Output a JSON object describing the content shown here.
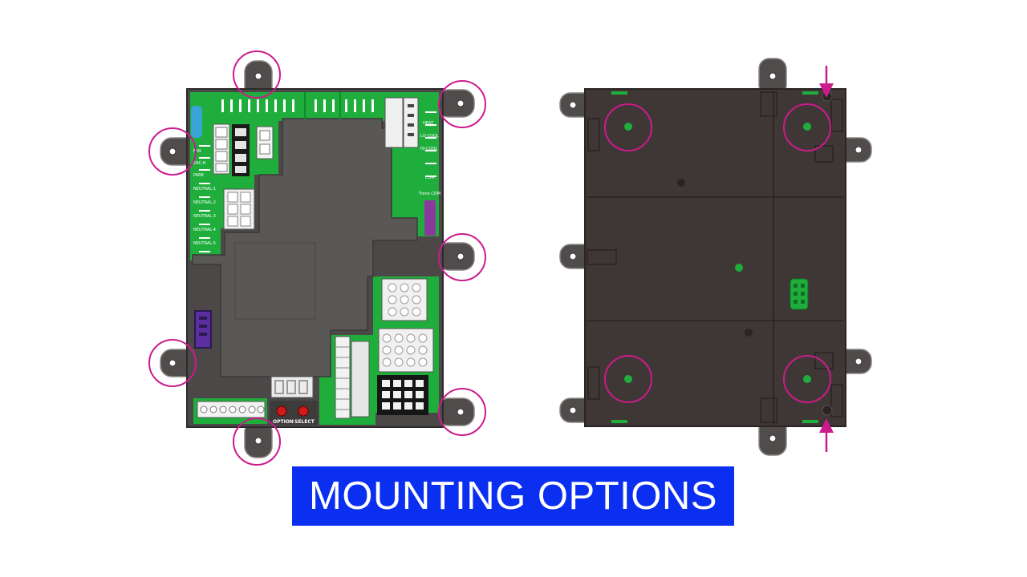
{
  "title": "MOUNTING OPTIONS",
  "board": {
    "button_labels": [
      "OPTION",
      "SELECT"
    ],
    "terminal_labels_left": [
      "FAN",
      "EAC-H",
      "PARK",
      "NEUTRAL-1",
      "NEUTRAL-2",
      "NEUTRAL-3",
      "NEUTRAL-4",
      "NEUTRAL-5"
    ],
    "terminal_labels_right": [
      "HEAT",
      "LO-COOL",
      "HI-COOL",
      "COM",
      "Trane COM"
    ]
  },
  "colors": {
    "highlight": "#cc1b8c",
    "board_green": "#1fae3c",
    "housing": "#4d4848",
    "back_plate": "#3f3735",
    "banner_bg": "#0a2ff0",
    "banner_text": "#ffffff"
  },
  "icons": [
    "mounting-tab-icon",
    "highlight-circle-icon",
    "arrow-down-icon",
    "arrow-up-icon"
  ]
}
